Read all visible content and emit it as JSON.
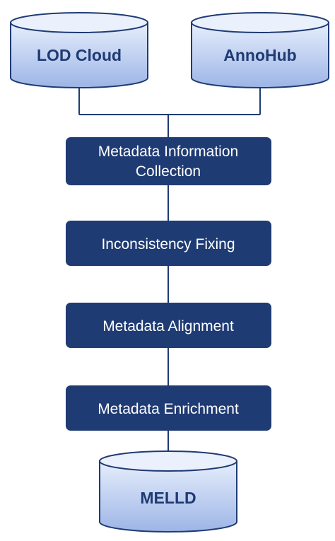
{
  "sources": [
    {
      "label": "LOD Cloud"
    },
    {
      "label": "AnnoHub"
    }
  ],
  "steps": [
    {
      "lines": [
        "Metadata Information",
        "Collection"
      ]
    },
    {
      "lines": [
        "Inconsistency Fixing"
      ]
    },
    {
      "lines": [
        "Metadata Alignment"
      ]
    },
    {
      "lines": [
        "Metadata Enrichment"
      ]
    }
  ],
  "output": {
    "label": "MELLD"
  },
  "colors": {
    "cylinder_fill_top": "#dfe8fb",
    "cylinder_fill_bottom": "#9fb7e7",
    "cylinder_stroke": "#1f3b73",
    "cylinder_text": "#1f3b73",
    "step_fill": "#1f3b73",
    "step_text": "#ffffff",
    "connector": "#1f3b73"
  }
}
